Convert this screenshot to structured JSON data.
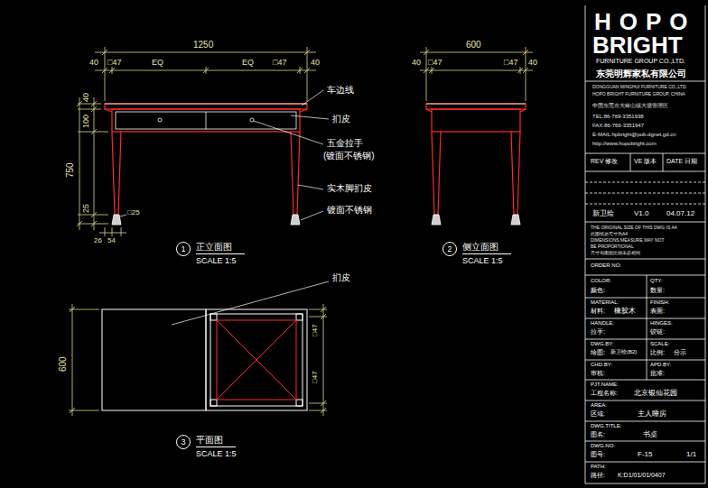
{
  "diagram": {
    "nodes": [
      {
        "text": [
          "1",
          "正立面图",
          "SCALE 1:5"
        ]
      },
      {
        "text": [
          "2",
          "侧立面图",
          "SCALE 1:5"
        ]
      },
      {
        "text": [
          "3",
          "平面图",
          "SCALE 1:5"
        ]
      }
    ],
    "labels": [
      "1250",
      "40",
      "□47",
      "EQ",
      "EQ",
      "□47",
      "40",
      "40",
      "100",
      "750",
      "25",
      "26",
      "54",
      "□25",
      "车边线",
      "扪皮",
      "五金拉手",
      "(镀面不锈钢)",
      "实木脚扪皮",
      "镀面不锈钢",
      "600",
      "40",
      "□47",
      "□47",
      "40",
      "扪皮",
      "600",
      "□47",
      "□47",
      "HOPO",
      "BRIGHT",
      "FURNITURE GROUP CO.,LTD.",
      "东莞明辉家私有限公司",
      "DONGGUAN MINGHUI FURNITURE CO.,LTD.",
      "HOPO BRIGHT FURNITURE GROUP, CHINA",
      "中国东莞市大岭山镇大塘管理区",
      "TEL:86-769-3351938",
      "FAX:86-769-3351947",
      "E-MAIL:hpbright@pub.dgnet.gd.cn",
      "http://www.hopobright.com",
      "REV 修改",
      "VE 版本",
      "DATE 日期",
      "新卫绘",
      "V1.0",
      "04.07.12",
      "THE ORIGINAL SIZE OF THIS DWG IS A4",
      "此图纸原尺寸为A4",
      "DIMENSIONS MEASURE MAY NOT",
      "BE PROPORTIONAL",
      "尺寸与图面比例未必相同",
      "ORDER NO:",
      "COLOR:",
      "颜色:",
      "QTY:",
      "数量:",
      "MATERIAL:",
      "材料:",
      "橡胶木",
      "FINISH:",
      "表面:",
      "HANDLE:",
      "拉手:",
      "HINGES:",
      "铰链:",
      "DWG.BY:",
      "绘图:",
      "新卫绘(B2)",
      "SCALE:",
      "比例:",
      "分示",
      "CHD.BY:",
      "审核:",
      "APD.BY:",
      "批准:",
      "PJT.NAME:",
      "工程名称:",
      "北京银仙花园",
      "AREA:",
      "区域:",
      "主人睡房",
      "DWG.TITLE:",
      "图名:",
      "书桌",
      "DWG.NO:",
      "图号:",
      "F-15",
      "1/1",
      "PATH:",
      "路径:",
      "K:D1/01/01/0407"
    ]
  }
}
